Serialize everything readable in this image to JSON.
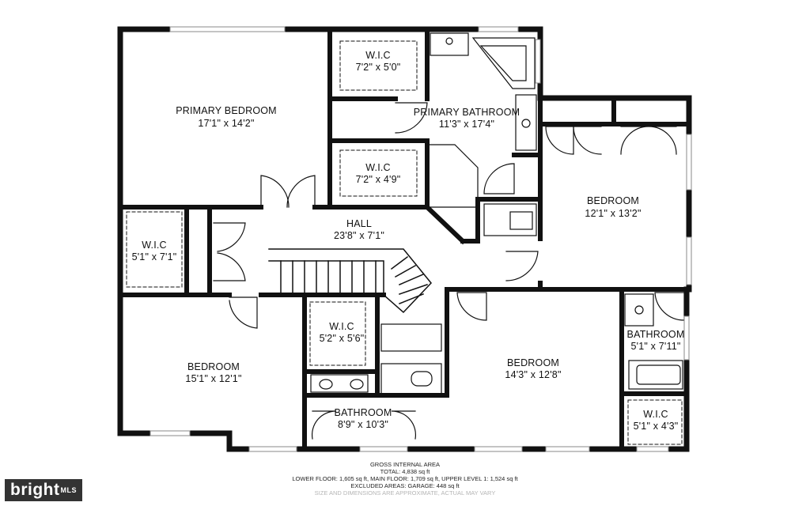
{
  "rooms": {
    "primary_bedroom": {
      "name": "PRIMARY BEDROOM",
      "dim": "17'1\" x 14'2\""
    },
    "wic_1": {
      "name": "W.I.C",
      "dim": "7'2\" x 5'0\""
    },
    "primary_bathroom": {
      "name": "PRIMARY BATHROOM",
      "dim": "11'3\" x 17'4\""
    },
    "wic_2": {
      "name": "W.I.C",
      "dim": "7'2\" x 4'9\""
    },
    "bedroom_right": {
      "name": "BEDROOM",
      "dim": "12'1\" x 13'2\""
    },
    "hall": {
      "name": "HALL",
      "dim": "23'8\" x 7'1\""
    },
    "wic_3": {
      "name": "W.I.C",
      "dim": "5'1\" x 7'1\""
    },
    "wic_4": {
      "name": "W.I.C",
      "dim": "5'2\" x 5'6\""
    },
    "bathroom_right": {
      "name": "BATHROOM",
      "dim": "5'1\" x 7'11\""
    },
    "bedroom_left": {
      "name": "BEDROOM",
      "dim": "15'1\" x 12'1\""
    },
    "bedroom_center": {
      "name": "BEDROOM",
      "dim": "14'3\" x 12'8\""
    },
    "bathroom_center": {
      "name": "BATHROOM",
      "dim": "8'9\" x 10'3\""
    },
    "wic_5": {
      "name": "W.I.C",
      "dim": "5'1\" x 4'3\""
    }
  },
  "footer": {
    "line1": "GROSS INTERNAL AREA",
    "line2": "TOTAL: 4,838 sq ft",
    "line3": "LOWER FLOOR: 1,605 sq ft, MAIN FLOOR: 1,709 sq ft, UPPER LEVEL 1: 1,524 sq ft",
    "line4": "EXCLUDED AREAS: GARAGE: 448 sq ft",
    "line5": "SIZE AND DIMENSIONS ARE APPROXIMATE, ACTUAL MAY VARY"
  },
  "brand": {
    "text": "bright",
    "tm": "MLS"
  }
}
